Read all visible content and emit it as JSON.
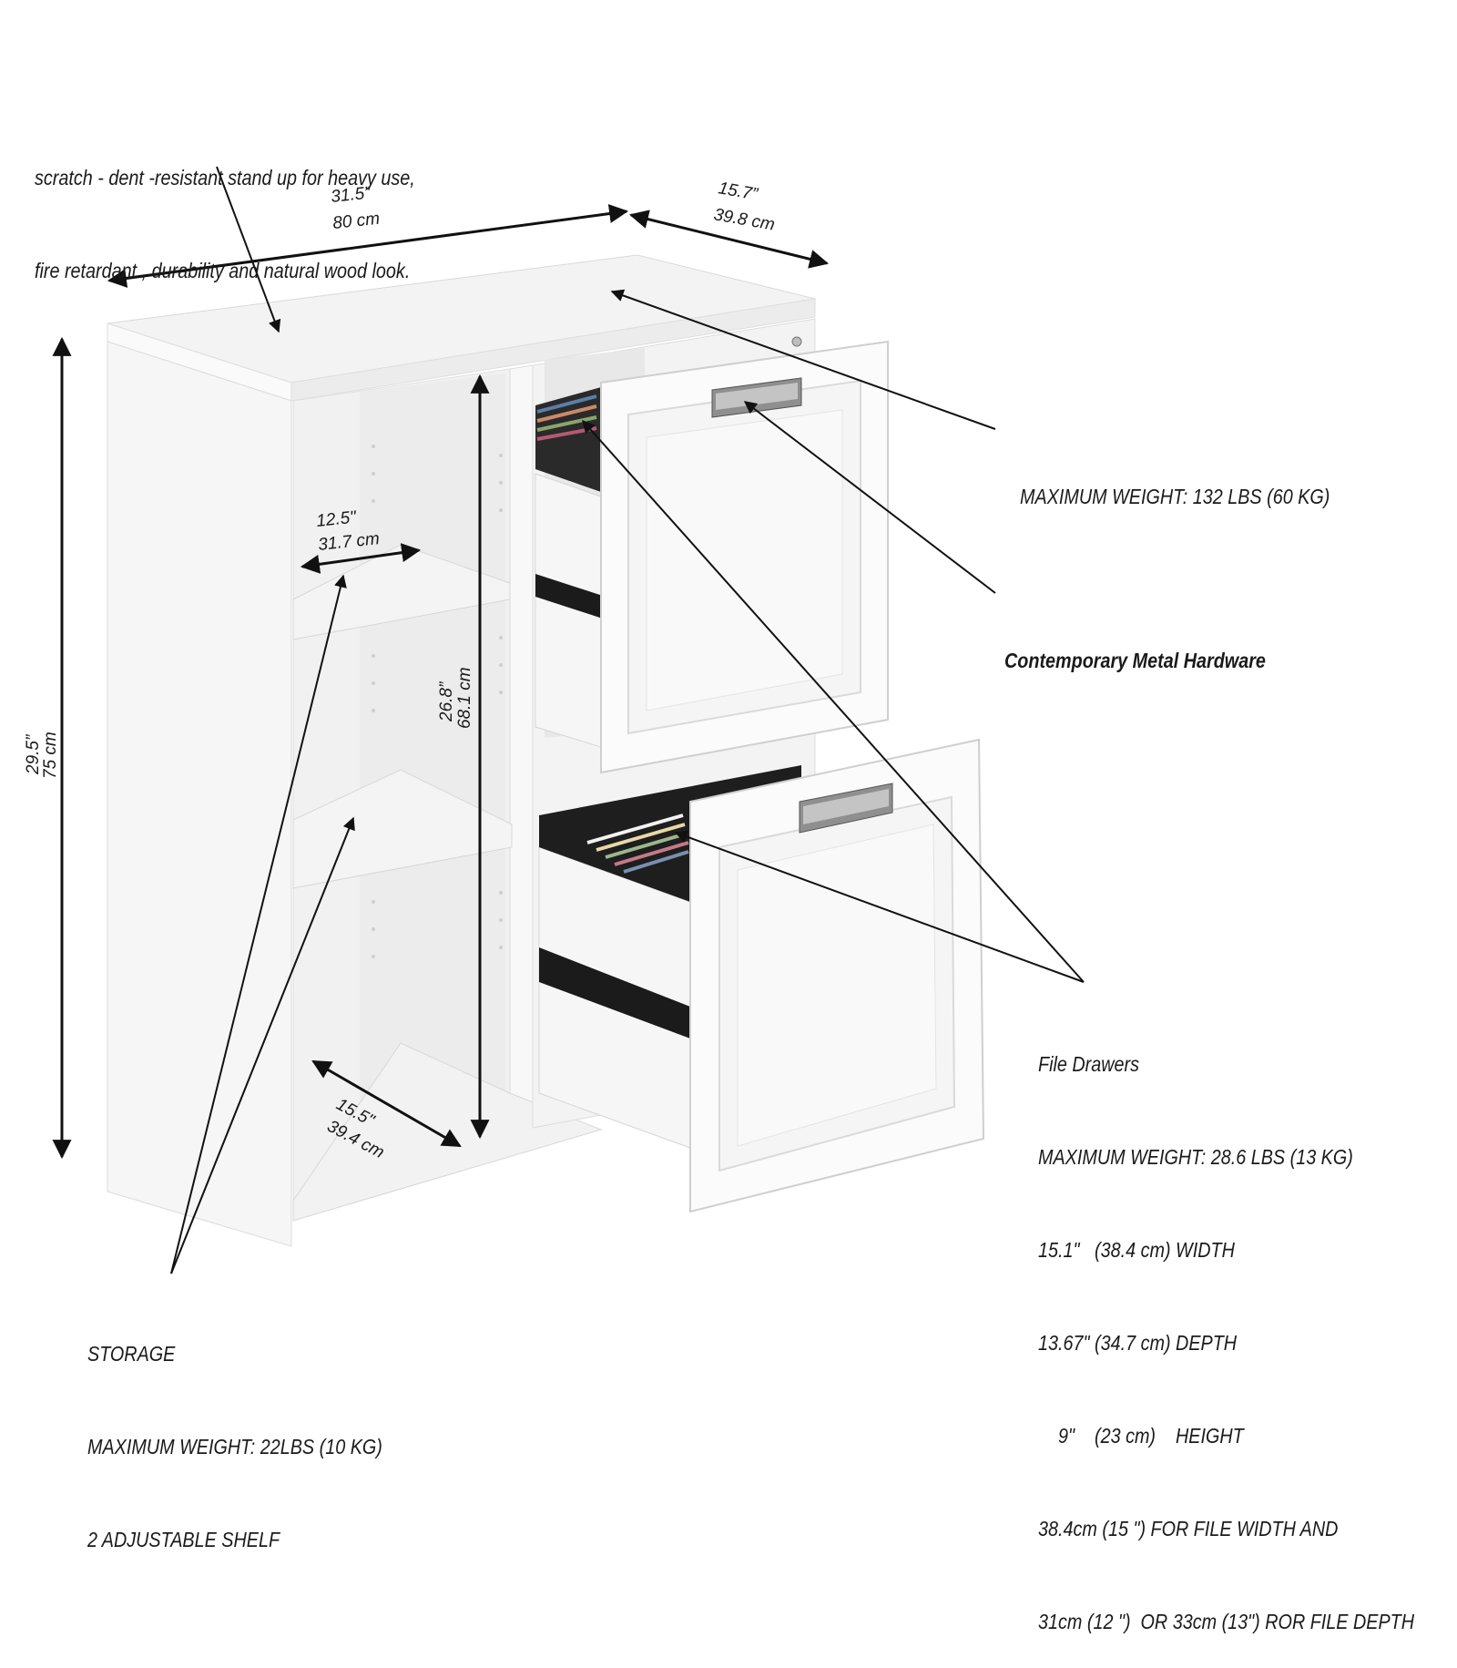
{
  "callouts": {
    "finish": {
      "lines": [
        "scratch - dent -resistant stand up for heavy use,",
        "fire retardant , durability and natural wood look."
      ]
    },
    "top_weight": {
      "text": "MAXIMUM WEIGHT: 132 LBS (60 KG)"
    },
    "hardware": {
      "text": "Contemporary Metal Hardware"
    },
    "file_drawers": {
      "lines": [
        "File Drawers",
        "MAXIMUM WEIGHT: 28.6 LBS (13 KG)",
        "15.1\"   (38.4 cm) WIDTH",
        "13.67\" (34.7 cm) DEPTH",
        "    9\"    (23 cm)    HEIGHT",
        "38.4cm (15 \") FOR FILE WIDTH AND",
        "31cm (12 \")  OR 33cm (13\") ROR FILE DEPTH"
      ]
    },
    "storage": {
      "lines": [
        "STORAGE",
        "MAXIMUM WEIGHT: 22LBS (10 KG)",
        "2 ADJUSTABLE SHELF"
      ]
    }
  },
  "dimensions": {
    "overall_width": {
      "imperial": "31.5”",
      "metric": "80 cm"
    },
    "overall_depth": {
      "imperial": "15.7”",
      "metric": "39.8 cm"
    },
    "overall_height": {
      "imperial": "29.5”",
      "metric": "75 cm"
    },
    "interior_height": {
      "imperial": "26.8”",
      "metric": "68.1 cm"
    },
    "shelf_width": {
      "imperial": "12.5\"",
      "metric": "31.7 cm"
    },
    "shelf_depth": {
      "imperial": "15.5\"",
      "metric": "39.4 cm"
    }
  },
  "colors": {
    "cabinet": "#f7f7f7",
    "shade": "#e9e9e9",
    "line": "#111111",
    "rail": "#1b1b1b"
  }
}
